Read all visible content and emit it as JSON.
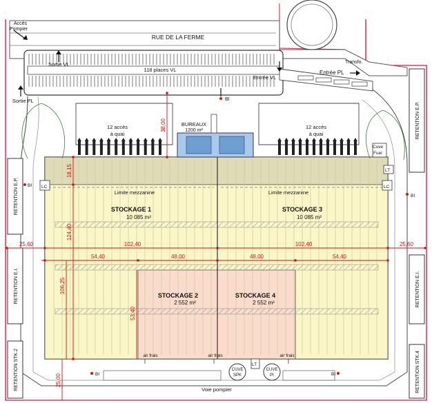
{
  "streets": {
    "road": "RUE DE LA FERME",
    "fire_access": [
      "Accès",
      "Pompier"
    ],
    "fire_lane": "Voie pompier"
  },
  "parking": {
    "vl_places": "118 places VL",
    "exit_vl": "Sortie VL",
    "entry_vl": "Entrée VL",
    "entry_pl": "Entrée PL",
    "exit_pl": "Sortie PL",
    "transfo": "Transfo."
  },
  "docks": {
    "left": [
      "12 accès",
      "à quai"
    ],
    "right": [
      "12 accès",
      "à quai"
    ]
  },
  "offices": {
    "name": "BUREAUX",
    "area": "1200 m²"
  },
  "cells": [
    {
      "name": "STOCKAGE 1",
      "area": "10 085 m²"
    },
    {
      "name": "STOCKAGE 3",
      "area": "10 085 m²"
    },
    {
      "name": "STOCKAGE 2",
      "area": "2 552 m²"
    },
    {
      "name": "STOCKAGE 4",
      "area": "2 552 m²"
    }
  ],
  "mezzanine": "Limite mezzanine",
  "labels": {
    "bi": "BI",
    "lc": "LC",
    "lt": "LT",
    "cuve_fuel": [
      "Cuve",
      "Fuel"
    ],
    "cuve_spk": [
      "CUVE",
      "SPK"
    ],
    "cuve_pi": [
      "CUVE",
      "PI"
    ],
    "air_frais": "air frais"
  },
  "retention": {
    "ep": "RETENTION E.P.",
    "ei": "RETENTION E.I.",
    "stk2": "RETENTION STK.2",
    "stk4": "RETENTION STK.4"
  },
  "dimensions": {
    "d_25_60": "25,60",
    "d_102_40": "102,40",
    "d_54_40": "54,40",
    "d_48_00": "48,00",
    "d_38_00": "38,00",
    "d_18_15": "18,15",
    "d_124_40": "124,40",
    "d_106_25": "106,25",
    "d_53_40": "53,40",
    "d_25_00": "25,00"
  },
  "colors": {
    "dock_band": "#dedbb6",
    "stockage_yellow": "#fbf6c8",
    "stockage_orange": "#f9dccb",
    "offices_blue": "#a8c9ec",
    "dimension_red": "#d11111"
  }
}
